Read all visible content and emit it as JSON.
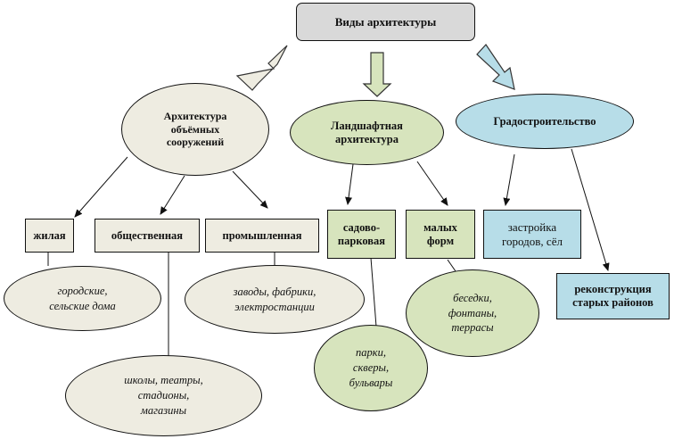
{
  "diagram": {
    "root": "Виды архитектуры",
    "categories": {
      "volume": "Архитектура\nобъёмных\nсооружений",
      "landscape": "Ландшафтная\nархитектура",
      "urban": "Градостроительство"
    },
    "types": {
      "residential": "жилая",
      "public": "общественная",
      "industrial": "промышленная",
      "garden": "садово-\nпарковая",
      "small_forms": "малых\nформ",
      "development": "застройка\nгородов, сёл",
      "reconstruction": "реконструкция\nстарых районов"
    },
    "examples": {
      "residential": "городские,\nсельские дома",
      "public": "школы, театры,\nстадионы,\nмагазины",
      "industrial": "заводы, фабрики,\nэлектростанции",
      "garden": "парки,\nскверы,\nбульвары",
      "small_forms": "беседки,\nфонтаны,\nтеррасы"
    },
    "colors": {
      "root_fill": "#d9d9d9",
      "volume_fill": "#eeece1",
      "landscape_fill": "#d7e4bd",
      "urban_fill": "#b7dde8"
    }
  }
}
